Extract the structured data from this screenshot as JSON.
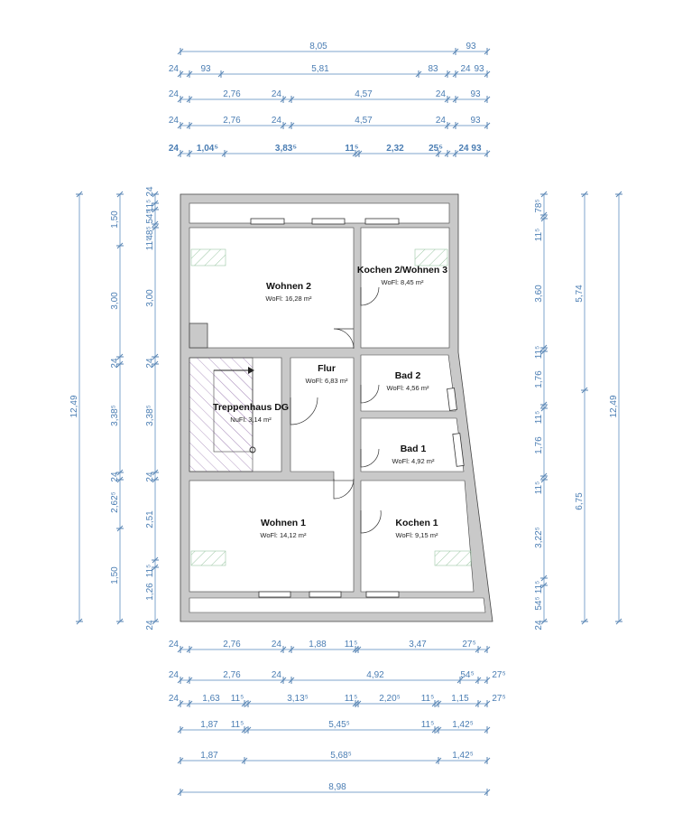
{
  "dims": {
    "top": [
      [
        "8,05",
        "93"
      ],
      [
        "24",
        "93",
        "5,81",
        "83",
        "24",
        "93"
      ],
      [
        "24",
        "2,76",
        "24",
        "4,57",
        "24",
        "93"
      ],
      [
        "24",
        "2,76",
        "24",
        "4,57",
        "24",
        "93"
      ],
      [
        "24",
        "1,04⁵",
        "3,83⁵",
        "11⁵",
        "2,32",
        "25⁵",
        "24 93"
      ]
    ],
    "bottom": [
      [
        "24",
        "2,76",
        "24",
        "1,88",
        "11⁵",
        "3,47",
        "27⁵"
      ],
      [
        "24",
        "2,76",
        "24",
        "4,92",
        "54⁵",
        "27⁵"
      ],
      [
        "24",
        "1,63",
        "11⁵",
        "3,13⁵",
        "11⁵",
        "2,20⁵",
        "11⁵",
        "1,15",
        "27⁵"
      ],
      [
        "1,87",
        "11⁵",
        "5,45⁵",
        "11⁵",
        "1,42⁵"
      ],
      [
        "1,87",
        "5,68⁵",
        "1,42⁵"
      ],
      [
        "8,98"
      ]
    ],
    "left": [
      [
        "12,49"
      ],
      [
        "1,50",
        "3,00",
        "24",
        "3,38⁵",
        "24",
        "2,62⁵",
        "1,50"
      ],
      [
        "24",
        "11⁵",
        "54⁵",
        "48⁵",
        "11⁵",
        "3,00",
        "24",
        "3,38⁵",
        "24",
        "2,51",
        "11⁵",
        "1,26",
        "24"
      ]
    ],
    "right": [
      [
        "78⁵",
        "11⁵",
        "3,60",
        "11⁵",
        "1,76",
        "11⁵",
        "1,76",
        "11⁵",
        "3,22⁵",
        "11⁵",
        "54⁵",
        "24"
      ],
      [
        "5,74",
        "6,75"
      ],
      [
        "12,49"
      ]
    ]
  },
  "rooms": [
    {
      "name": "Wohnen 2",
      "area": "WoFl: 16,28 m²"
    },
    {
      "name": "Kochen 2/Wohnen 3",
      "area": "WoFl: 8,45 m²"
    },
    {
      "name": "Flur",
      "area": "WoFl: 6,83 m²"
    },
    {
      "name": "Bad 2",
      "area": "WoFl: 4,56 m²"
    },
    {
      "name": "Treppenhaus DG",
      "area": "NuFl: 3,14 m²"
    },
    {
      "name": "Bad 1",
      "area": "WoFl: 4,92 m²"
    },
    {
      "name": "Wohnen 1",
      "area": "WoFl: 14,12 m²"
    },
    {
      "name": "Kochen 1",
      "area": "WoFl: 9,15 m²"
    }
  ],
  "colors": {
    "dimension": "#4a7db3",
    "wall": "#c9c9c9",
    "hatch_green": "#9cc7a4",
    "hatch_purple": "#b49cc4"
  }
}
